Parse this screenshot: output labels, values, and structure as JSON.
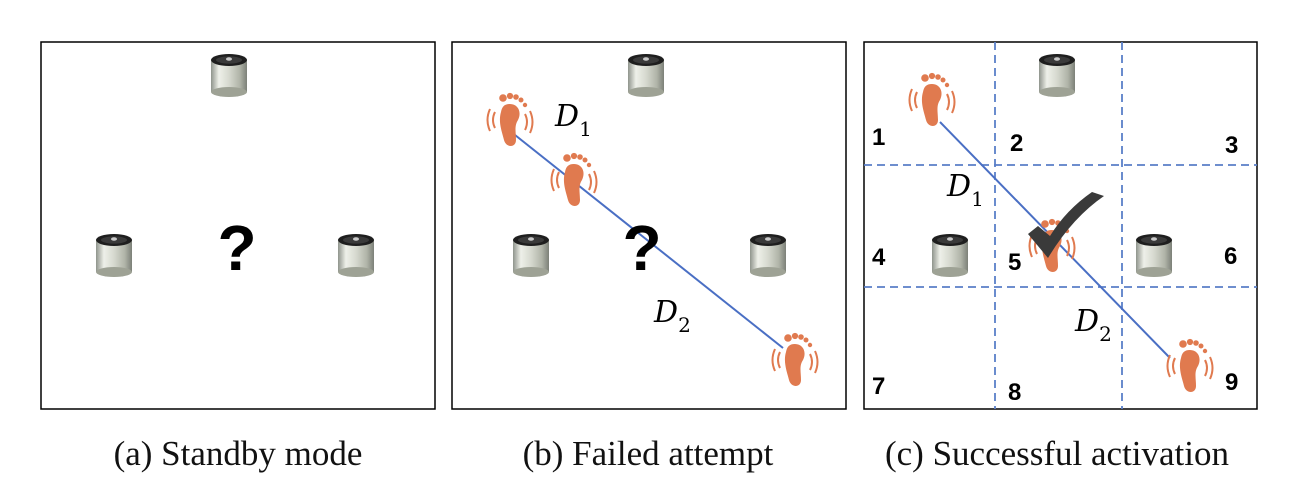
{
  "panels": [
    {
      "id": "a",
      "caption": "(a) Standby mode",
      "center_symbol": "?"
    },
    {
      "id": "b",
      "caption": "(b) Failed attempt",
      "center_symbol": "?",
      "distance_labels": [
        {
          "base": "D",
          "sub": "1"
        },
        {
          "base": "D",
          "sub": "2"
        }
      ]
    },
    {
      "id": "c",
      "caption": "(c) Successful activation",
      "zone_numbers": [
        "1",
        "2",
        "3",
        "4",
        "5",
        "6",
        "7",
        "8",
        "9"
      ],
      "distance_labels": [
        {
          "base": "D",
          "sub": "1"
        },
        {
          "base": "D",
          "sub": "2"
        }
      ],
      "result_icon": "checkmark-icon"
    }
  ],
  "icons": {
    "sensor": "cylinder-sensor-icon",
    "footprint": "footprint-vibration-icon",
    "check": "checkmark-icon"
  },
  "colors": {
    "footprint": "#e07a4f",
    "path_line": "#4a6fc4",
    "grid_line": "#5a7fc8",
    "check": "#3a3a3a"
  }
}
